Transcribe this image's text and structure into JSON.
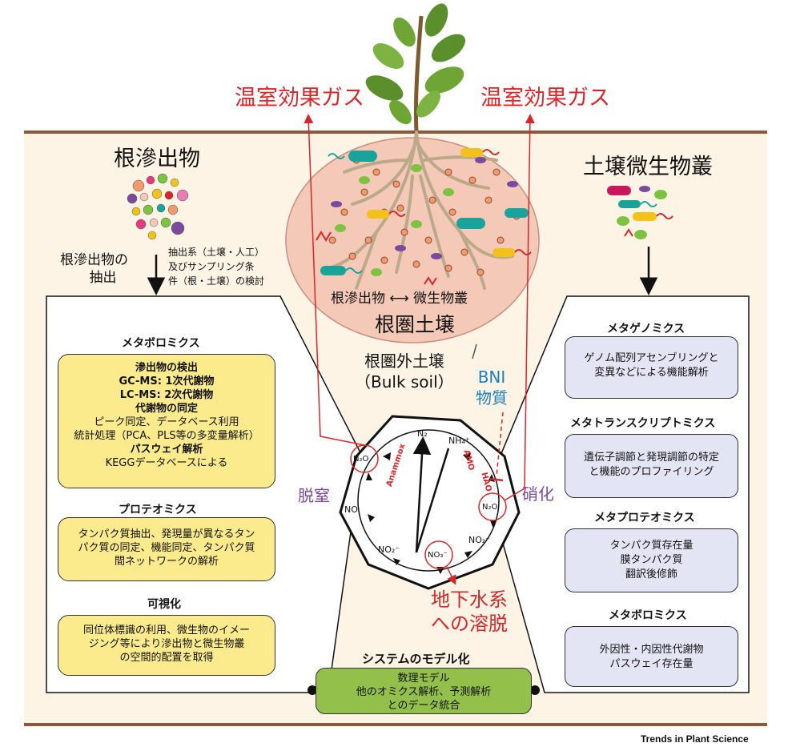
{
  "top": {
    "ghg_left": "温室効果ガス",
    "ghg_right": "温室効果ガス"
  },
  "left": {
    "title": "根滲出物",
    "extraction": [
      "根滲出物の",
      "抽出"
    ],
    "conditions": [
      "抽出系（土壌・人工）",
      "及びサンプリング条",
      "件（根・土壌）の検討"
    ],
    "metabolomics": {
      "title": "メタボロミクス",
      "lines": [
        {
          "text": "滲出物の検出",
          "bold": true
        },
        {
          "text": "GC-MS:  1次代謝物",
          "bold": false
        },
        {
          "text": "LC-MS:  2次代謝物",
          "bold": false
        },
        {
          "text": "代謝物の同定",
          "bold": true
        },
        {
          "text": "ピーク同定、データベース利用",
          "bold": false
        },
        {
          "text": "統計処理（PCA、PLS等の多変量解析）",
          "bold": false
        },
        {
          "text": "パスウェイ解析",
          "bold": true
        },
        {
          "text": "KEGGデータベースによる",
          "bold": false
        }
      ]
    },
    "proteomics": {
      "title": "プロテオミクス",
      "lines": [
        "タンパク質抽出、発現量が異なるタン",
        "パク質の同定、機能同定、タンパク質",
        "間ネットワークの解析"
      ]
    },
    "visualization": {
      "title": "可視化",
      "lines": [
        "同位体標識の利用、微生物のイメー",
        "ジング等により滲出物と微生物叢",
        "の空間的配置を取得"
      ]
    }
  },
  "center": {
    "rhizo_interaction": "根滲出物 ⟷ 微生物叢",
    "rhizosphere": "根圏土壌",
    "bulk_soil": "根圏外土壌",
    "bulk_soil_en": "（Bulk soil）",
    "bni": "BNI",
    "bni_sub": "物質",
    "denitrification": "脱窒",
    "nitrification": "硝化",
    "leaching": [
      "地下水系",
      "への溶脱"
    ],
    "cycle": {
      "n2": "N₂",
      "nh4": "NH₄⁺",
      "n2o_left": "N₂O",
      "n2o_right": "N₂O",
      "no": "NO",
      "no2_bottom": "NO₂⁻",
      "no3": "NO₃⁻",
      "no2_right": "NO₂⁻",
      "anammox": "Anammox",
      "amo": "AMO",
      "hao": "HAO"
    }
  },
  "right": {
    "title": "土壌微生物叢",
    "metagenomics": {
      "title": "メタゲノミクス",
      "lines": [
        "ゲノム配列アセンブリングと",
        "変異などによる機能解析"
      ]
    },
    "metatranscriptomics": {
      "title": "メタトランスクリプトミクス",
      "lines": [
        "遺伝子調節と発現調節の特定",
        "と機能のプロファイリング"
      ]
    },
    "metaproteomics": {
      "title": "メタプロテオミクス",
      "lines": [
        "タンパク質存在量",
        "膜タンパク質",
        "翻訳後修飾"
      ]
    },
    "metabolomics": {
      "title": "メタボロミクス",
      "lines": [
        "外因性・内因性代謝物",
        "パスウェイ存在量"
      ]
    }
  },
  "bottom": {
    "modeling_title": "システムのモデル化",
    "modeling_lines": [
      "数理モデル",
      "他のオミクス解析、予測解析",
      "とのデータ統合"
    ]
  },
  "footer": {
    "credit": "Trends in Plant Science"
  },
  "colors": {
    "red": "#d8272a",
    "blue": "#1b7fc4",
    "purple": "#7a4b9d",
    "soil_line": "#8b5a3c",
    "panel": "#fdf4e6"
  }
}
